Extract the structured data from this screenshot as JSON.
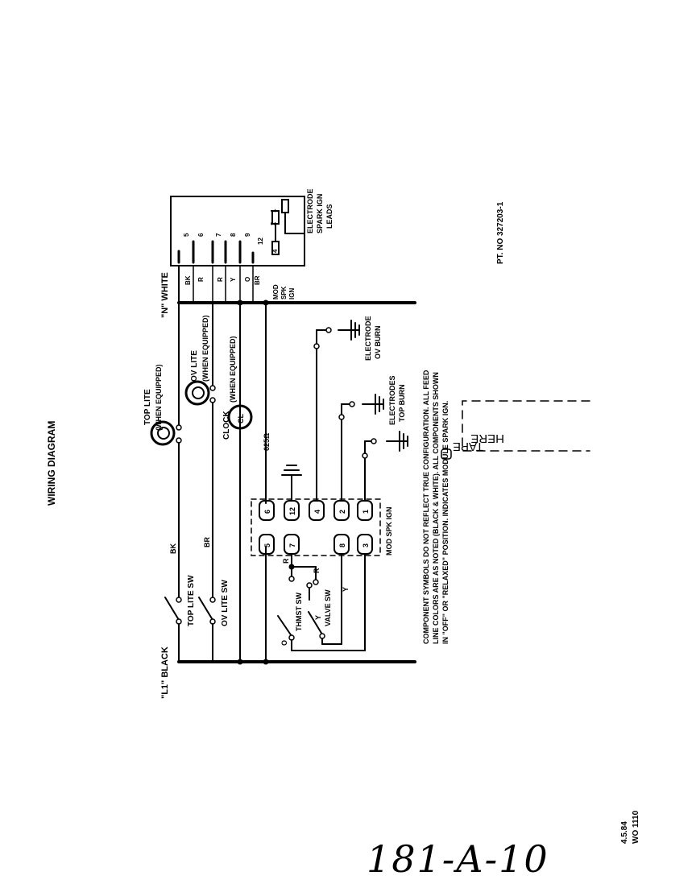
{
  "title": "WIRING DIAGRAM",
  "part_number": "PT. NO 327203-1",
  "date_code": "4.5.84",
  "wo_code": "WO 1110",
  "handwritten": "181-A-10",
  "tape_label": [
    "TAPE",
    "HERE"
  ],
  "line_l1": "\"L1\" BLACK",
  "line_n": "\"N\" WHITE",
  "components": {
    "top_lite": [
      "TOP LITE",
      "(WHEN EQUIPPED)"
    ],
    "ov_lite": [
      "OV LITE",
      "(WHEN EQUIPPED)"
    ],
    "clock": [
      "CLOCK",
      "(WHEN EQUIPPED)"
    ],
    "clock_badge": "CL",
    "resistor": "625Ω",
    "top_lite_sw": "TOP LITE SW",
    "ov_lite_sw": "OV LITE SW",
    "thmst_sw": "THMST SW",
    "valve_sw": "VALVE SW",
    "module_label": "MOD SPK IGN",
    "electrode_ov": [
      "ELECTRODE",
      "OV BURN"
    ],
    "electrodes_top": [
      "ELECTRODES",
      "TOP BURN"
    ],
    "electrode_spark": [
      "ELECTRODE",
      "SPARK IGN",
      "LEADS"
    ]
  },
  "wire_colors": {
    "bk": "BK",
    "br": "BR",
    "r": "R",
    "y": "Y",
    "o": "O",
    "pin_r": "R",
    "pin_y": "Y"
  },
  "module_pins_top": [
    "6",
    "12",
    "4",
    "2",
    "1"
  ],
  "module_pins_bottom": [
    "5",
    "7",
    "8",
    "3"
  ],
  "box_wire_labels": [
    "BK",
    "R",
    "R",
    "Y",
    "O",
    "BR"
  ],
  "box_mod_label": [
    "MOD",
    "SPK",
    "IGN"
  ],
  "box_pins": [
    "5",
    "6",
    "7",
    "8",
    "9",
    "12"
  ],
  "box_spark_pins": [
    "4",
    "2",
    "1"
  ],
  "note": [
    "COMPONENT SYMBOLS DO NOT REFLECT TRUE CONFIGURATION.  ALL FEED",
    "LINE COLORS ARE AS NOTED (BLACK & WHITE).  ALL COMPONENTS SHOWN",
    "IN \"OFF\" OR \"RELAXED\" POSITION.   INDICATES MODULE SPARK IGN."
  ]
}
